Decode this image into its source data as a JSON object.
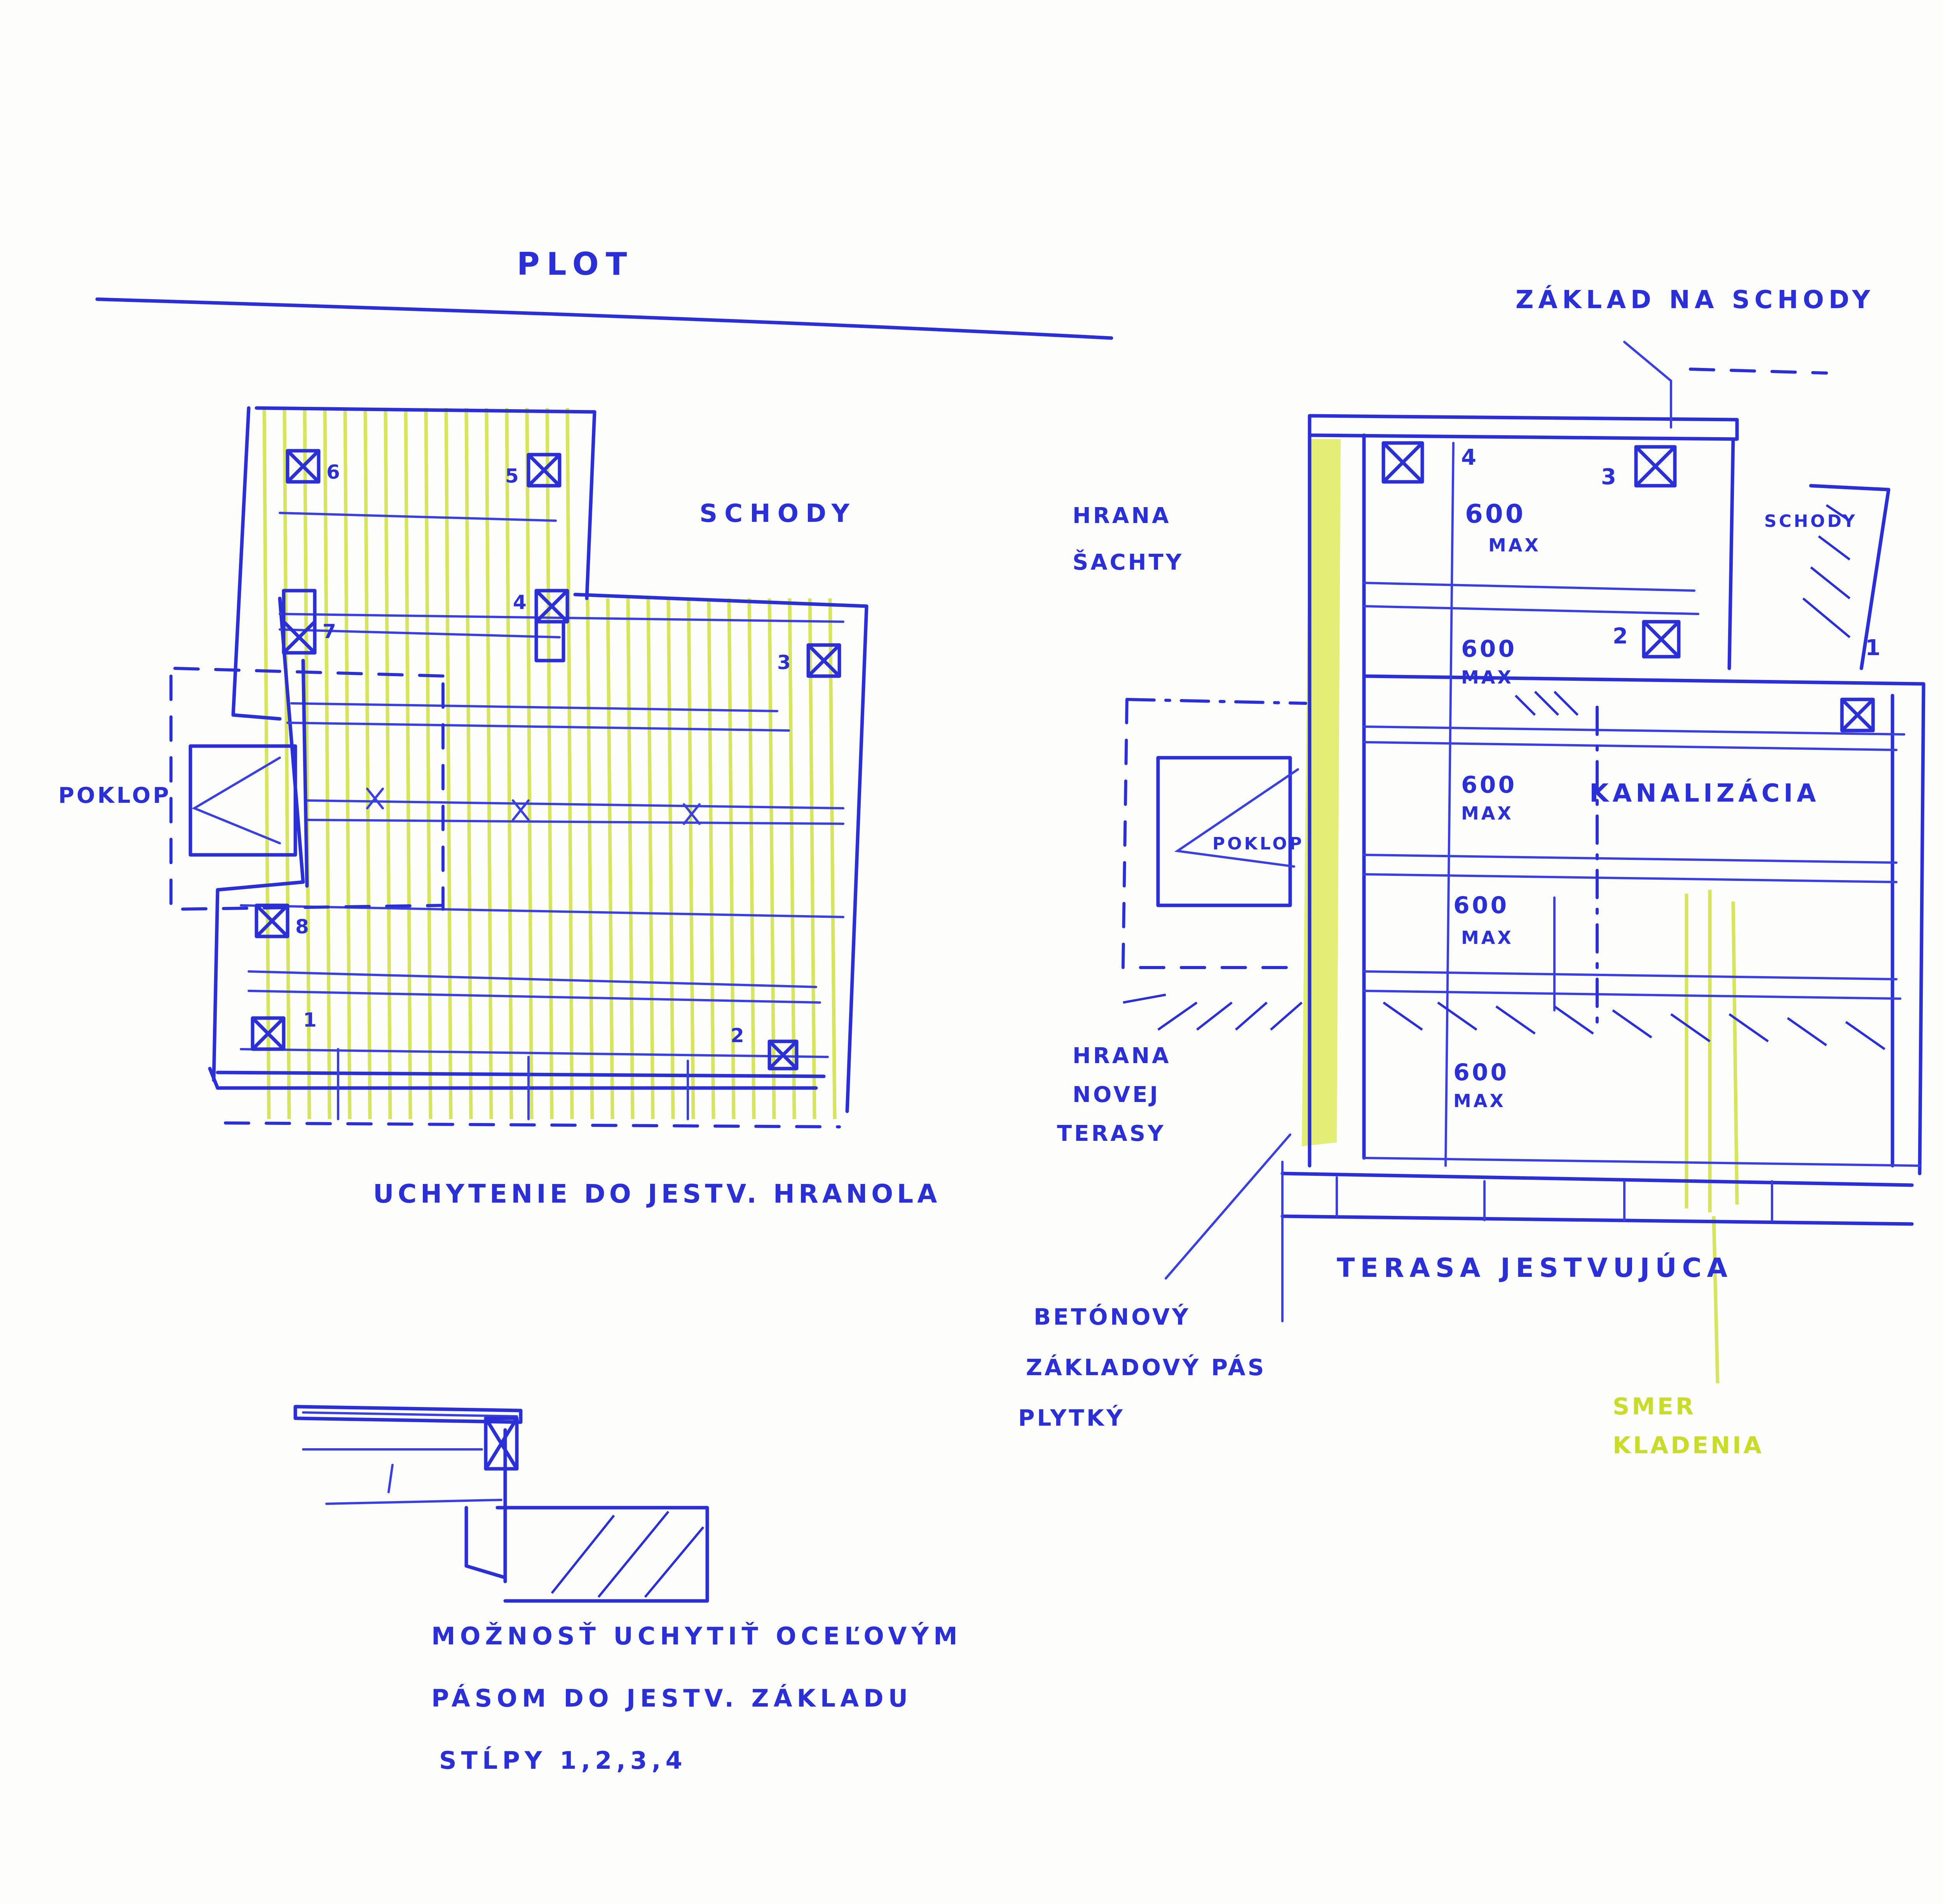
{
  "plan_left": {
    "fence_label": "PLOT",
    "stairs_label": "SCHODY",
    "hatch_label": "POKLOP",
    "caption": "UCHYTENIE DO JESTV. HRANOLA",
    "post_numbers": [
      "6",
      "5",
      "4",
      "7",
      "3",
      "8",
      "1",
      "2"
    ]
  },
  "plan_right": {
    "foundation_stairs_label": "ZÁKLAD NA SCHODY",
    "shaft_edge_label_1": "HRANA",
    "shaft_edge_label_2": "ŠACHTY",
    "stairs_label": "SCHODY",
    "hatch_label": "POKLOP",
    "sewer_label": "KANALIZÁCIA",
    "spacing_value": "600",
    "spacing_unit": "MAX",
    "new_terrace_label_1": "HRANA",
    "new_terrace_label_2": "NOVEJ",
    "new_terrace_label_3": "TERASY",
    "existing_terrace_label": "TERASA JESTVUJÚCA",
    "foundation_label_1": "BETÓNOVÝ",
    "foundation_label_2": "ZÁKLADOVÝ PÁS",
    "foundation_label_3": "PLYTKÝ",
    "laying_direction_label_1": "SMER",
    "laying_direction_label_2": "KLADENIA",
    "post_numbers": [
      "4",
      "3",
      "2",
      "1"
    ]
  },
  "detail": {
    "note_line_1": "MOŽNOSŤ UCHYTIŤ OCEĽOVÝM",
    "note_line_2": "PÁSOM DO JESTV. ZÁKLADU",
    "note_line_3": "STĹPY 1,2,3,4"
  },
  "colors": {
    "ink": "#2a2fd6",
    "highlighter": "#cfe040",
    "paper": "#fdfdfb"
  }
}
